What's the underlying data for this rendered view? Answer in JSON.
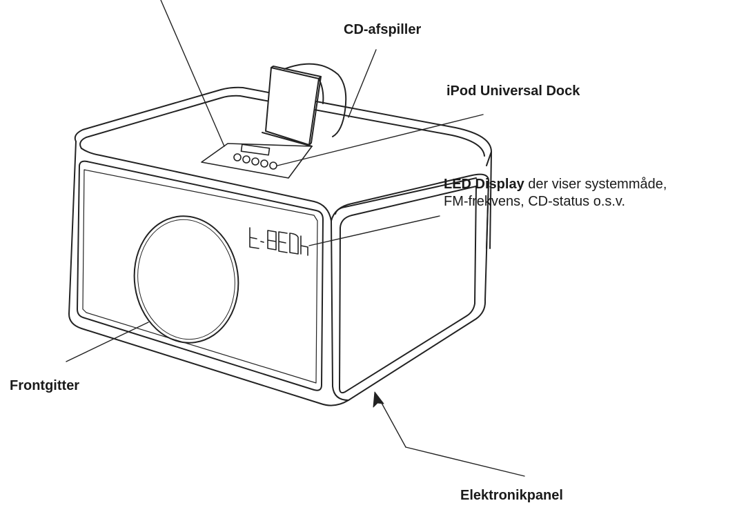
{
  "labels": {
    "cd_player": "CD-afspiller",
    "ipod_dock": "iPod Universal Dock",
    "led_display_bold": "LED Display",
    "led_display_rest": " der viser systemmåde,",
    "led_display_line2": "FM-frekvens, CD-status o.s.v.",
    "front_grille": "Frontgitter",
    "electronics_panel": "Elektronikpanel"
  },
  "colors": {
    "line": "#222222",
    "background": "#ffffff"
  }
}
